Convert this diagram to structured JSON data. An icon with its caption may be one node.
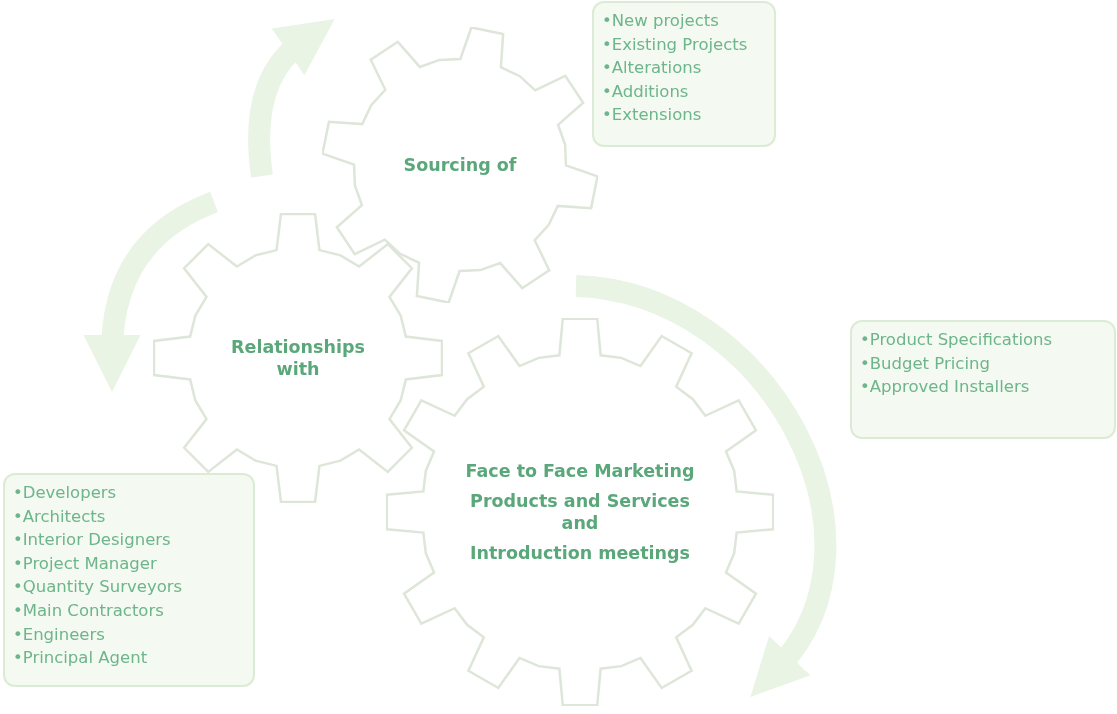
{
  "diagram": {
    "nodes": [
      {
        "text": [
          "•New projects",
          "•Existing Projects",
          "•Alterations",
          "•Additions",
          "•Extensions"
        ]
      },
      {
        "text": [
          "Sourcing of"
        ]
      },
      {
        "text": [
          "Relationships with"
        ]
      },
      {
        "text": [
          "•Product Specifications",
          "•Budget Pricing",
          "•Approved Installers"
        ]
      },
      {
        "text": [
          "Face to Face Marketing",
          "Products and Services and",
          "Introduction meetings"
        ]
      },
      {
        "text": [
          "•Developers",
          "•Architects",
          "•Interior Designers",
          "•Project Manager",
          "•Quantity Surveyors",
          "•Main Contractors",
          "•Engineers",
          "•Principal Agent"
        ]
      }
    ],
    "edges": []
  }
}
